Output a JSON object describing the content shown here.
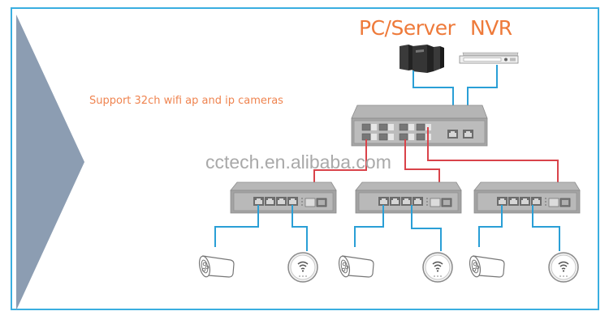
{
  "diagram": {
    "labels": {
      "pc_server": "PC/Server",
      "nvr": "NVR",
      "support": "Support 32ch wifi ap and ip cameras",
      "watermark": "cctech.en.alibaba.com"
    },
    "colors": {
      "frame": "#3aaee0",
      "arrow": "#8c9db2",
      "title_text": "#ee7a3a",
      "uplink_cable": "#d9434a",
      "device_cable": "#2a9fd6",
      "device_gray": "#9a9a9a"
    },
    "nodes": {
      "core_switch": {
        "type": "poe-switch",
        "sfp_ports": 16,
        "rj45_uplinks": 2
      },
      "access_switches": [
        {
          "type": "poe-switch",
          "rj45_ports": 4,
          "sfp_ports": 1
        },
        {
          "type": "poe-switch",
          "rj45_ports": 4,
          "sfp_ports": 1
        },
        {
          "type": "poe-switch",
          "rj45_ports": 4,
          "sfp_ports": 1
        }
      ],
      "endpoints": [
        "ip-camera",
        "wifi-ap",
        "ip-camera",
        "wifi-ap",
        "ip-camera",
        "wifi-ap"
      ]
    }
  }
}
